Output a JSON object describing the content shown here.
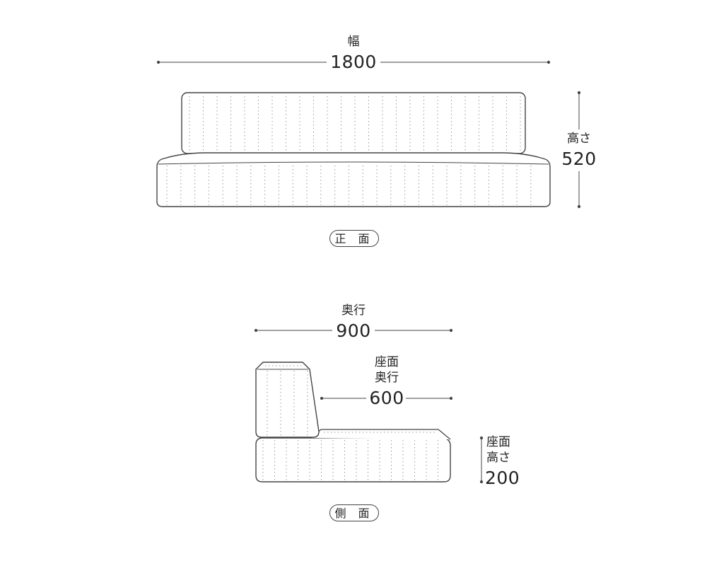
{
  "front_view": {
    "width_label": "幅",
    "width_value": "1800",
    "height_label": "高さ",
    "height_value": "520",
    "caption": "正 面"
  },
  "side_view": {
    "depth_label": "奥行",
    "depth_value": "900",
    "seat_depth_label_1": "座面",
    "seat_depth_label_2": "奥行",
    "seat_depth_value": "600",
    "seat_height_label_1": "座面",
    "seat_height_label_2": "高さ",
    "seat_height_value": "200",
    "caption": "側 面"
  },
  "colors": {
    "line": "#444444",
    "stitch": "#9a9a9a",
    "text": "#222222",
    "background": "#ffffff"
  }
}
